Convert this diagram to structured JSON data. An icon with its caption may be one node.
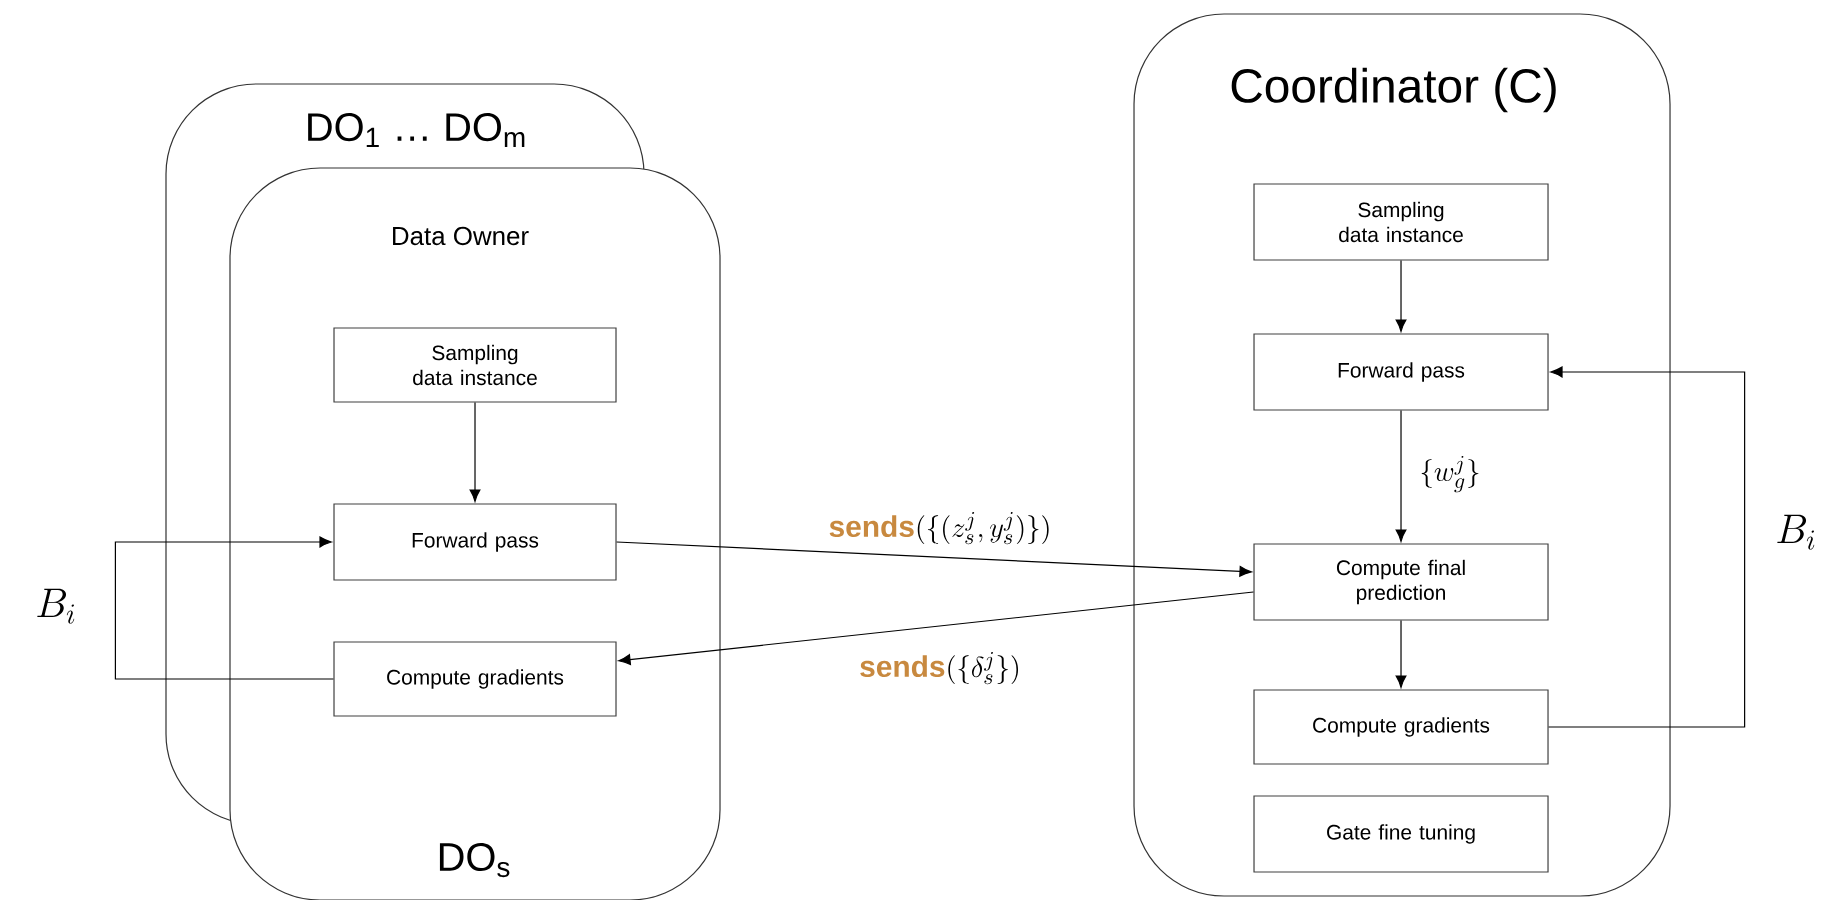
{
  "diagram": {
    "nodes": [
      {
        "text": [
          "DO$_{1}$ … DO$_{m}$"
        ]
      },
      {
        "text": [
          "Data Owner",
          "DO$_{s}$"
        ]
      },
      {
        "text": [
          "Sampling data instance"
        ],
        "in": 1
      },
      {
        "text": [
          "Forward pass"
        ],
        "in": 1
      },
      {
        "text": [
          "Compute gradients"
        ],
        "in": 1
      },
      {
        "text": [
          "Coordinator (C)"
        ]
      },
      {
        "text": [
          "Sampling data instance"
        ],
        "in": 5
      },
      {
        "text": [
          "Forward pass"
        ],
        "in": 5
      },
      {
        "text": [
          "Compute final prediction"
        ],
        "in": 5
      },
      {
        "text": [
          "Compute gradients"
        ],
        "in": 5
      },
      {
        "text": [
          "Gate fine tuning"
        ],
        "in": 5
      }
    ],
    "edges": [
      {
        "from": 2,
        "to": 3,
        "arrow": "to"
      },
      {
        "from": 4,
        "to": 3,
        "arrow": "to",
        "label": "B_i"
      },
      {
        "from": 3,
        "to": 8,
        "arrow": "to",
        "label": "{\\color[HTML]{C8893F}\\mathbf{sends}}(\\{(z_s^j, y_s^j)\\})"
      },
      {
        "from": 8,
        "to": 4,
        "arrow": "to",
        "label": "{\\color[HTML]{C8893F}\\mathbf{sends}}(\\{\\delta_s^j\\})"
      },
      {
        "from": 6,
        "to": 7,
        "arrow": "to"
      },
      {
        "from": 7,
        "to": 8,
        "arrow": "to",
        "label": "\\{w_g^j\\}"
      },
      {
        "from": 8,
        "to": 9,
        "arrow": "to"
      },
      {
        "from": 9,
        "to": 7,
        "arrow": "to",
        "label": "B_i"
      }
    ]
  }
}
